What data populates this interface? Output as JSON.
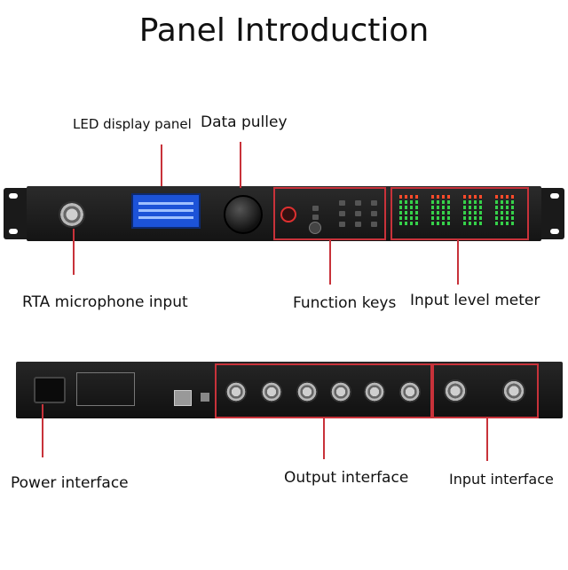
{
  "title": "Panel Introduction",
  "front_labels": {
    "led_display": "LED display panel",
    "data_pulley": "Data pulley",
    "rta_mic": "RTA microphone input",
    "function_keys": "Function keys",
    "input_meter": "Input level meter"
  },
  "rear_labels": {
    "power": "Power interface",
    "output": "Output interface",
    "input": "Input interface"
  },
  "colors": {
    "leader": "#c8323a",
    "lcd": "#1c53d8",
    "meter_green": "#36d14a",
    "meter_red": "#ff4a2a"
  }
}
